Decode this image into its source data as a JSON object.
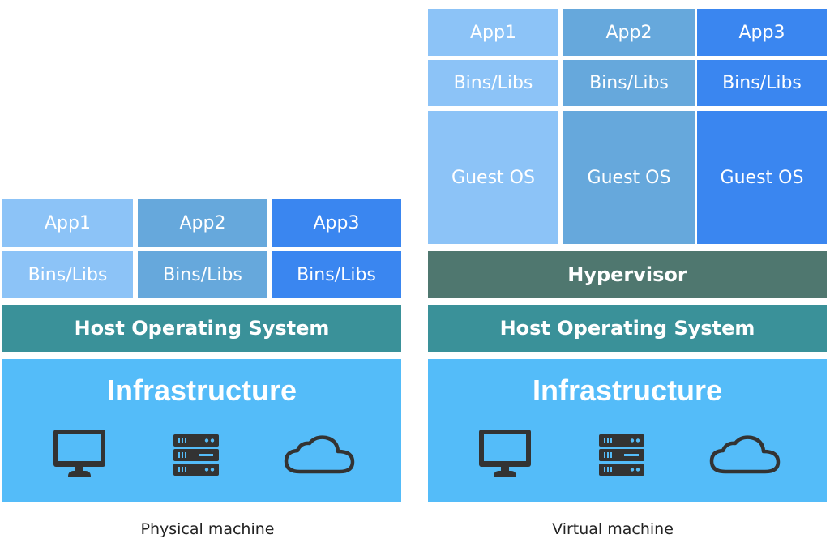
{
  "physical": {
    "apps": [
      "App1",
      "App2",
      "App3"
    ],
    "libs": [
      "Bins/Libs",
      "Bins/Libs",
      "Bins/Libs"
    ],
    "host_os": "Host Operating System",
    "infrastructure": "Infrastructure",
    "caption": "Physical machine"
  },
  "virtual": {
    "apps": [
      "App1",
      "App2",
      "App3"
    ],
    "libs": [
      "Bins/Libs",
      "Bins/Libs",
      "Bins/Libs"
    ],
    "guest_os": [
      "Guest OS",
      "Guest OS",
      "Guest OS"
    ],
    "hypervisor": "Hypervisor",
    "host_os": "Host Operating System",
    "infrastructure": "Infrastructure",
    "caption": "Virtual machine"
  },
  "icons": [
    "monitor-icon",
    "server-icon",
    "cloud-icon"
  ],
  "colors": {
    "column_1": "#8cc3f7",
    "column_2": "#66a8dc",
    "column_3": "#3a86f0",
    "host_os": "#3a9199",
    "hypervisor": "#4f776f",
    "infrastructure": "#54bcf9",
    "icon": "#333333"
  }
}
